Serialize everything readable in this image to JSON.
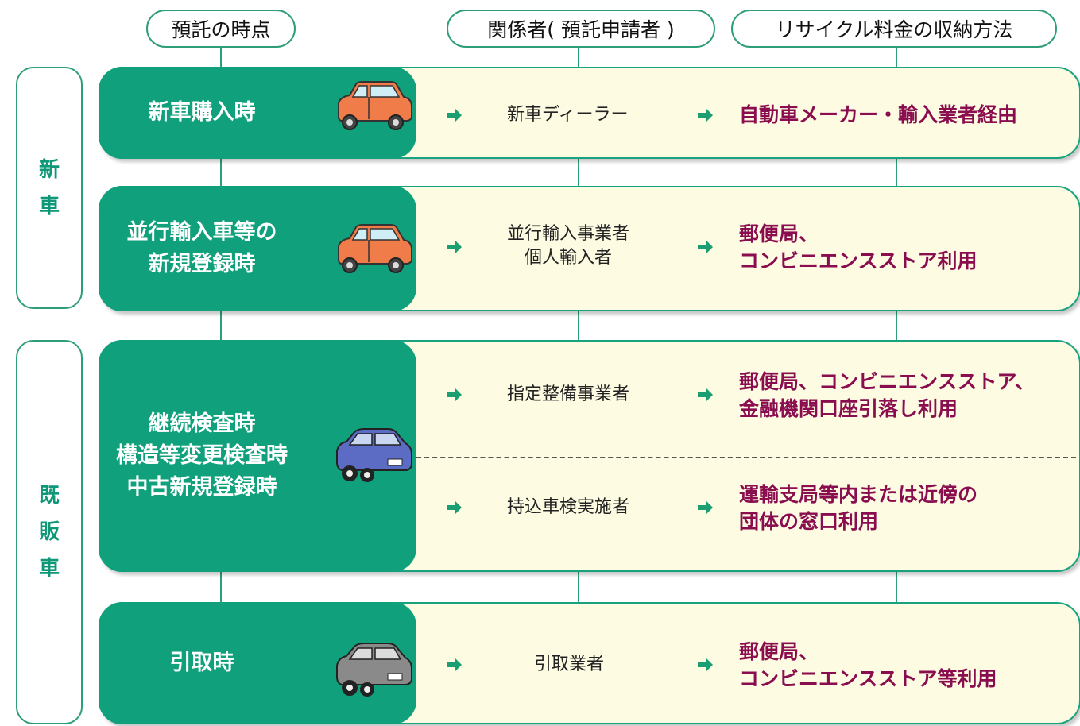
{
  "headers": {
    "time": "預託の時点",
    "party": "関係者( 預託申請者 )",
    "method": "リサイクル料金の収納方法"
  },
  "categories": {
    "new_car": [
      "新",
      "車"
    ],
    "used_car": [
      "既",
      "販",
      "車"
    ]
  },
  "rows": [
    {
      "time_lines": [
        "新車購入時"
      ],
      "car": "orange-car-icon",
      "parties": [
        {
          "lines": [
            "新車ディーラー"
          ],
          "methods": [
            "自動車メーカー・輸入業者経由"
          ]
        }
      ]
    },
    {
      "time_lines": [
        "並行輸入車等の",
        "新規登録時"
      ],
      "car": "orange-car-icon",
      "parties": [
        {
          "lines": [
            "並行輸入事業者",
            "個人輸入者"
          ],
          "methods": [
            "郵便局、",
            "コンビニエンスストア利用"
          ]
        }
      ]
    },
    {
      "time_lines": [
        "継続検査時",
        "構造等変更検査時",
        "中古新規登録時"
      ],
      "car": "blue-car-icon",
      "parties": [
        {
          "lines": [
            "指定整備事業者"
          ],
          "methods": [
            "郵便局、コンビニエンスストア、",
            "金融機関口座引落し利用"
          ]
        },
        {
          "lines": [
            "持込車検実施者"
          ],
          "methods": [
            "運輸支局等内または近傍の",
            "団体の窓口利用"
          ]
        }
      ]
    },
    {
      "time_lines": [
        "引取時"
      ],
      "car": "gray-car-icon",
      "parties": [
        {
          "lines": [
            "引取業者"
          ],
          "methods": [
            "郵便局、",
            "コンビニエンスストア等利用"
          ]
        }
      ]
    }
  ],
  "colors": {
    "green": "#10a17c",
    "cream": "#fdfbe1",
    "method_text": "#8a0e4f"
  }
}
